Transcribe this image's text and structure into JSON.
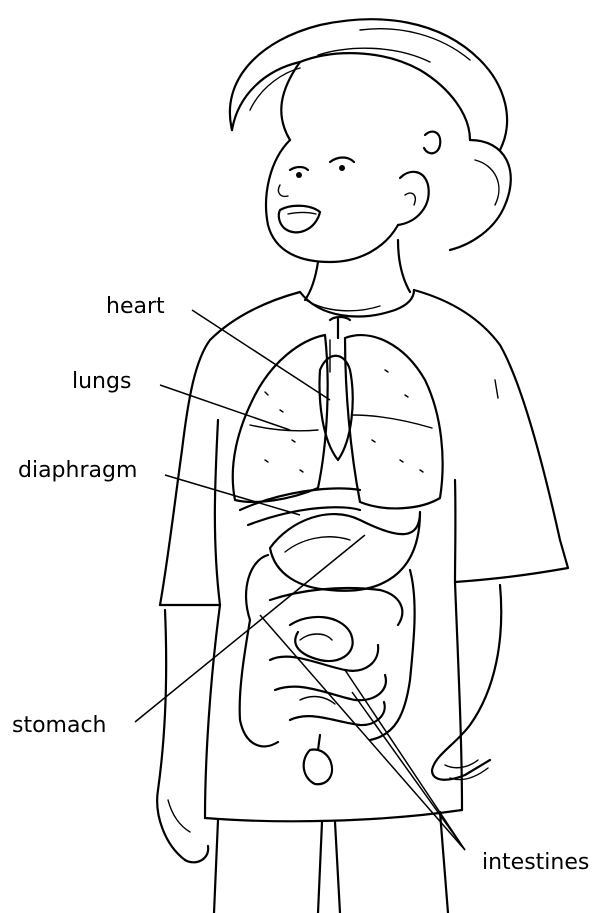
{
  "labels": {
    "heart": "heart",
    "lungs": "lungs",
    "diaphragm": "diaphragm",
    "stomach": "stomach",
    "intestines": "intestines"
  },
  "colors": {
    "ink": "#000000",
    "paper": "#ffffff"
  }
}
